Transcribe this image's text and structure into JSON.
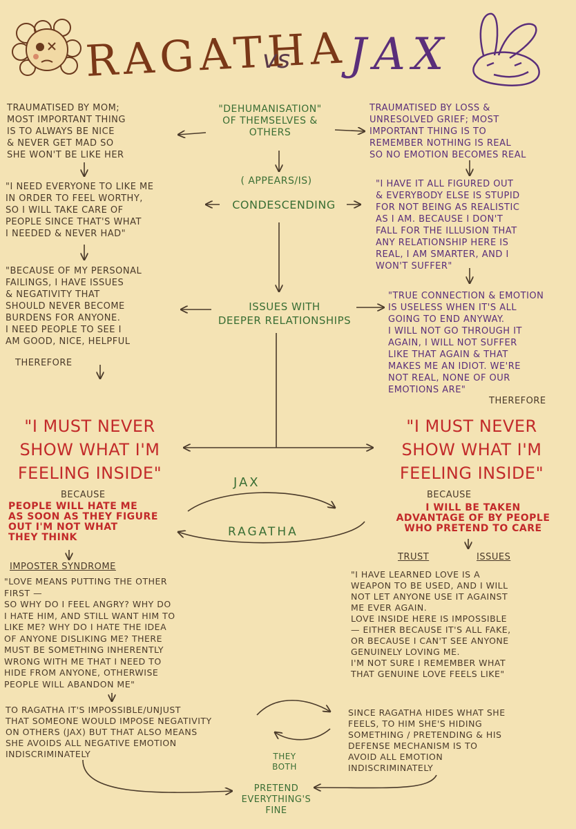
{
  "header": {
    "left_title": "RAGATHA",
    "vs": "vs",
    "right_title": "JAX"
  },
  "center": {
    "dehumanisation": "\"DEHUMANISATION\"\nOF THEMSELVES &\nOTHERS",
    "appears_is": "( APPEARS/IS)",
    "condescending": "CONDESCENDING",
    "issues": "ISSUES WITH\nDEEPER RELATIONSHIPS",
    "jax_arrow": "JAX",
    "ragatha_arrow": "RAGATHA",
    "they_both": "THEY\nBOTH",
    "pretend": "PRETEND\nEVERYTHING'S\nFINE"
  },
  "ragatha": {
    "trauma": "TRAUMATISED BY MOM;\nMOST IMPORTANT THING\nIS TO ALWAYS BE NICE\n& NEVER GET MAD SO\nSHE WON'T BE LIKE HER",
    "need_like": "\"I NEED EVERYONE TO LIKE ME\nIN ORDER TO FEEL WORTHY,\nSO I WILL TAKE CARE OF\nPEOPLE SINCE THAT'S WHAT\nI NEEDED & NEVER HAD\"",
    "failings": "\"BECAUSE OF MY PERSONAL\nFAILINGS, I HAVE ISSUES\n& NEGATIVITY THAT\nSHOULD NEVER BECOME\nBURDENS FOR ANYONE.\nI NEED PEOPLE TO SEE I\nAM GOOD, NICE, HELPFUL",
    "therefore": "THEREFORE",
    "must_never": "\"I MUST NEVER\nSHOW WHAT I'M\nFEELING INSIDE\"",
    "because": "BECAUSE",
    "reason": "PEOPLE WILL HATE ME\nAS SOON AS THEY FIGURE\nOUT I'M NOT WHAT\nTHEY THINK",
    "imposter": "IMPOSTER SYNDROME",
    "love_means": "\"LOVE MEANS PUTTING THE OTHER\nFIRST —\nSO WHY DO I FEEL ANGRY? WHY DO\nI HATE HIM, AND STILL WANT HIM TO\nLIKE ME? WHY DO I HATE THE IDEA\nOF ANYONE DISLIKING ME? THERE\nMUST BE SOMETHING INHERENTLY\nWRONG WITH ME THAT I NEED TO\nHIDE FROM ANYONE, OTHERWISE\nPEOPLE WILL ABANDON ME\"",
    "impossible": "TO RAGATHA IT'S IMPOSSIBLE/UNJUST\nTHAT SOMEONE WOULD IMPOSE NEGATIVITY\nON OTHERS (JAX) BUT THAT ALSO MEANS\nSHE AVOIDS ALL NEGATIVE EMOTION\nINDISCRIMINATELY"
  },
  "jax": {
    "trauma": "TRAUMATISED BY LOSS &\nUNRESOLVED GRIEF; MOST\nIMPORTANT THING IS TO\nREMEMBER NOTHING IS REAL\nSO NO EMOTION BECOMES REAL",
    "figured_out": "\"I HAVE IT ALL FIGURED OUT\n& EVERYBODY ELSE IS STUPID\nFOR NOT BEING AS REALISTIC\nAS I AM. BECAUSE I DON'T\nFALL FOR THE ILLUSION THAT\nANY RELATIONSHIP HERE IS\nREAL, I AM SMARTER, AND I\nWON'T SUFFER\"",
    "true_connection": "\"TRUE CONNECTION & EMOTION\nIS USELESS WHEN IT'S ALL\nGOING TO END ANYWAY.\nI WILL NOT GO THROUGH IT\nAGAIN, I WILL NOT SUFFER\nLIKE THAT AGAIN & THAT\nMAKES ME AN IDIOT. WE'RE\nNOT REAL, NONE OF OUR\nEMOTIONS ARE\"",
    "therefore": "THEREFORE",
    "must_never": "\"I MUST NEVER\nSHOW WHAT I'M\nFEELING INSIDE\"",
    "because": "BECAUSE",
    "reason": "I WILL BE TAKEN\nADVANTAGE OF BY PEOPLE\nWHO PRETEND TO CARE",
    "trust": "TRUST",
    "issues": "ISSUES",
    "learned_love": "\"I HAVE LEARNED LOVE IS A\nWEAPON TO BE USED, AND I WILL\nNOT LET ANYONE USE IT AGAINST\nME EVER AGAIN.\nLOVE INSIDE HERE IS IMPOSSIBLE\n— EITHER BECAUSE IT'S ALL FAKE,\nOR BECAUSE I CAN'T SEE ANYONE\nGENUINELY LOVING ME.\nI'M NOT SURE I REMEMBER WHAT\nTHAT GENUINE LOVE FEELS LIKE\"",
    "since_ragatha": "SINCE RAGATHA HIDES WHAT SHE\nFEELS, TO HIM SHE'S HIDING\nSOMETHING / PRETENDING & HIS\nDEFENSE MECHANISM IS TO\nAVOID ALL EMOTION\nINDISCRIMINATELY"
  },
  "colors": {
    "background": "#f4e3b4",
    "ragatha_text": "#4a3a2a",
    "jax_text": "#5a2e7a",
    "center_text": "#3a6e34",
    "emphasis": "#c22a2a",
    "title_ragatha": "#7a3818"
  },
  "icons": {
    "ragatha": "ragatha-doll-face-icon",
    "jax": "jax-rabbit-head-icon"
  }
}
